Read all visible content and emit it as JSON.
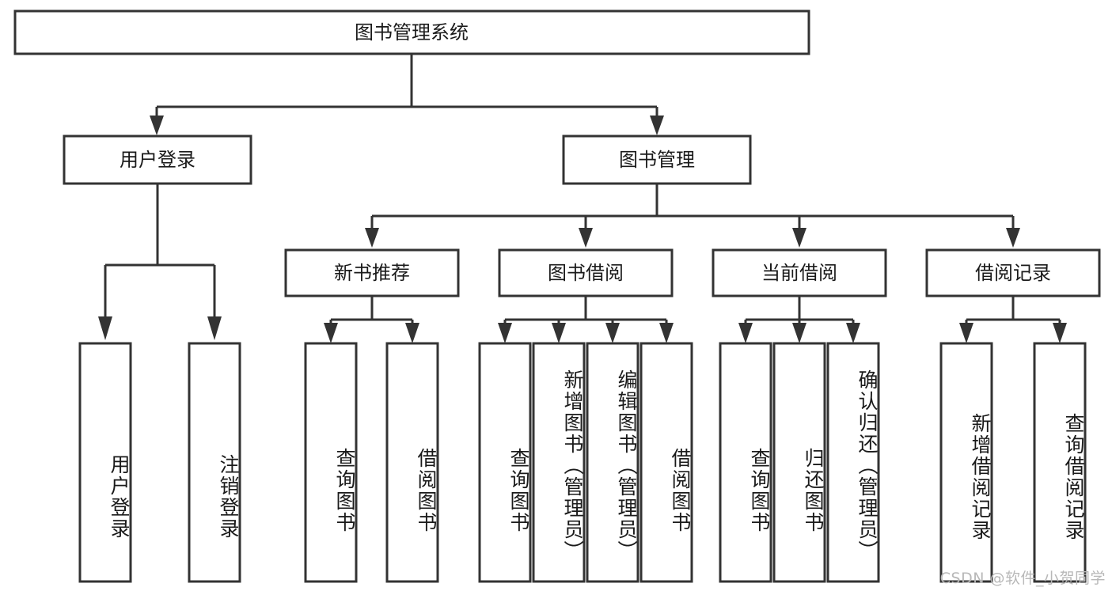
{
  "diagram": {
    "type": "tree-hierarchy-chart",
    "title_text": "图书管理系统",
    "colors": {
      "background": "#ffffff",
      "box_fill": "#ffffff",
      "box_stroke": "#333333",
      "text": "#1a1a1a",
      "watermark": "#b8b8b8"
    },
    "root": {
      "label": "图书管理系统"
    },
    "level2": [
      {
        "label": "用户登录"
      },
      {
        "label": "图书管理"
      }
    ],
    "level3": [
      {
        "label": "新书推荐"
      },
      {
        "label": "图书借阅"
      },
      {
        "label": "当前借阅"
      },
      {
        "label": "借阅记录"
      }
    ],
    "leaves": {
      "user_login": [
        {
          "label": "用户登录"
        },
        {
          "label": "注销登录"
        }
      ],
      "new_book_recommend": [
        {
          "label": "查询图书"
        },
        {
          "label": "借阅图书"
        }
      ],
      "book_borrow": [
        {
          "label": "查询图书"
        },
        {
          "label": "新增图书（管理员）"
        },
        {
          "label": "编辑图书（管理员）"
        },
        {
          "label": "借阅图书"
        }
      ],
      "current_borrow": [
        {
          "label": "查询图书"
        },
        {
          "label": "归还图书"
        },
        {
          "label": "确认归还（管理员）"
        }
      ],
      "borrow_record": [
        {
          "label": "新增借阅记录"
        },
        {
          "label": "查询借阅记录"
        }
      ]
    },
    "watermark": "CSDN @软件_小贺同学"
  }
}
